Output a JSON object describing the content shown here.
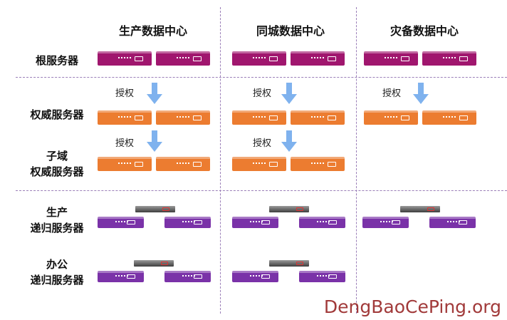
{
  "columns": [
    "生产数据中心",
    "同城数据中心",
    "灾备数据中心"
  ],
  "rows": {
    "root": "根服务器",
    "authority": "权威服务器",
    "sub_authority_line1": "子域",
    "sub_authority_line2": "权威服务器",
    "prod_recursive_line1": "生产",
    "prod_recursive_line2": "递归服务器",
    "office_recursive_line1": "办公",
    "office_recursive_line2": "递归服务器"
  },
  "authorize_label": "授权",
  "watermark": "DengBaoCePing.org",
  "colors": {
    "root_server": "#a0166e",
    "authority_server": "#ec7c30",
    "recursive_server": "#7a32a8",
    "divider": "#9b7fb8",
    "arrow": "#7fb2ee",
    "watermark": "#a13a3a"
  },
  "icons": [
    "server-rack-icon",
    "down-arrow-icon",
    "load-balancer-icon"
  ]
}
